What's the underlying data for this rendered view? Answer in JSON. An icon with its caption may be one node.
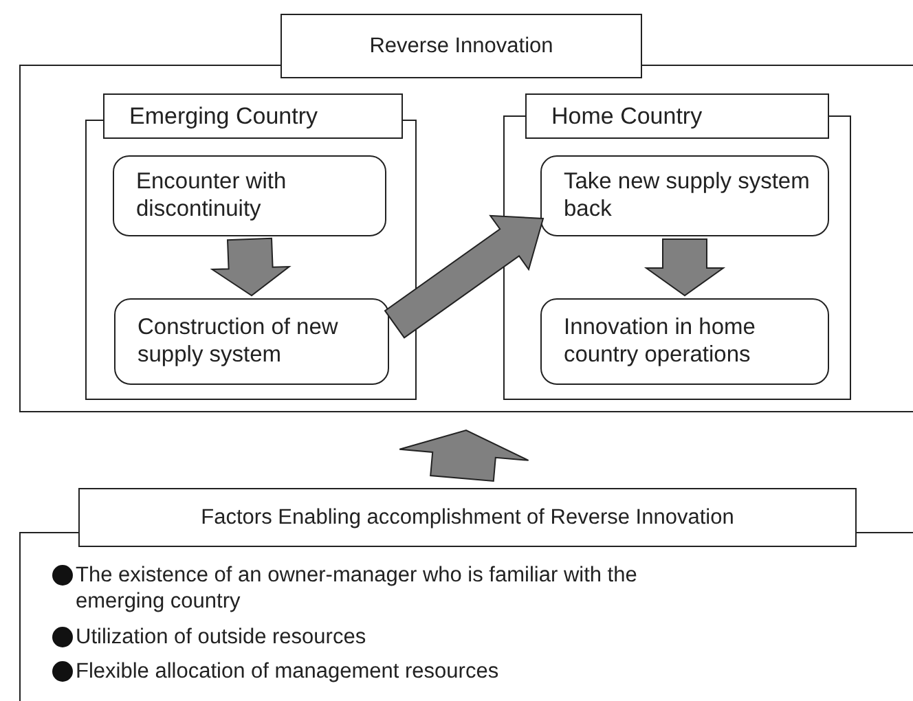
{
  "diagram": {
    "nodes": [
      {
        "text": [
          "Reverse Innovation"
        ]
      },
      {
        "text": [
          "Emerging Country"
        ],
        "in": 0
      },
      {
        "text": [
          "Encounter with discontinuity"
        ],
        "in": 1
      },
      {
        "text": [
          "Construction of new supply system"
        ],
        "in": 1
      },
      {
        "text": [
          "Home Country"
        ],
        "in": 0
      },
      {
        "text": [
          "Take new supply system back"
        ],
        "in": 4
      },
      {
        "text": [
          "Innovation in home country operations"
        ],
        "in": 4
      },
      {
        "text": [
          "Factors Enabling accomplishment of Reverse Innovation",
          "The existence of an owner-manager who is familiar with the emerging country",
          "Utilization of outside resources",
          "Flexible allocation of management resources"
        ]
      }
    ],
    "edges": [
      {
        "from": 2,
        "to": 3,
        "arrow": "to"
      },
      {
        "from": 3,
        "to": 5,
        "arrow": "to"
      },
      {
        "from": 5,
        "to": 6,
        "arrow": "to"
      },
      {
        "from": 7,
        "to": 0,
        "arrow": "to"
      }
    ]
  }
}
